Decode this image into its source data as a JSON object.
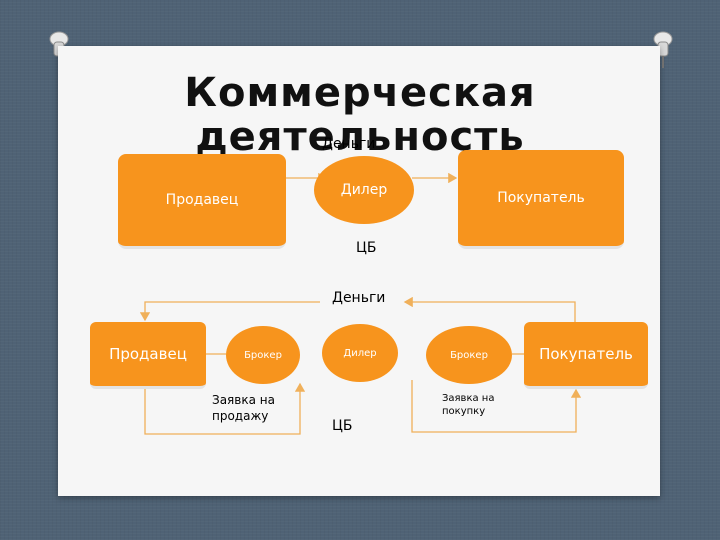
{
  "slide": {
    "title_line1": "Коммерческая",
    "title_line2": "деятельность"
  },
  "diagram_top": {
    "seller": "Продавец",
    "dealer": "Дилер",
    "buyer": "Покупатель",
    "money": "Деньги",
    "securities": "ЦБ"
  },
  "diagram_bottom": {
    "seller": "Продавец",
    "broker_left": "Брокер",
    "dealer": "Дилер",
    "broker_right": "Брокер",
    "buyer": "Покупатель",
    "money": "Деньги",
    "securities": "ЦБ",
    "sell_order_line1": "Заявка на",
    "sell_order_line2": "продажу",
    "buy_order_line1": "Заявка на",
    "buy_order_line2": "покупку"
  },
  "colors": {
    "node_fill": "#f7941d",
    "connector": "#f0b05a",
    "slide_bg": "#f6f6f6",
    "frame_bg": "#4f6275"
  }
}
